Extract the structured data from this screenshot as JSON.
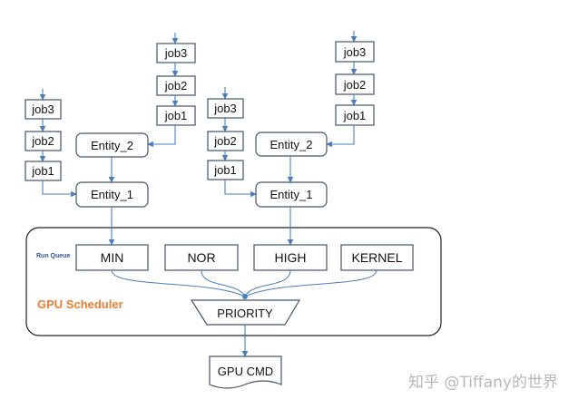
{
  "nodes": {
    "left_col1": {
      "job3": "job3",
      "job2": "job2",
      "job1": "job1"
    },
    "left_col2": {
      "job3": "job3",
      "job2": "job2",
      "job1": "job1"
    },
    "right_col1": {
      "job3": "job3",
      "job2": "job2",
      "job1": "job1"
    },
    "right_col2": {
      "job3": "job3",
      "job2": "job2",
      "job1": "job1"
    },
    "left_entity2": "Entity_2",
    "left_entity1": "Entity_1",
    "right_entity2": "Entity_2",
    "right_entity1": "Entity_1"
  },
  "scheduler": {
    "title": "GPU Scheduler",
    "run_queue_label": "Run Queue",
    "queues": [
      "MIN",
      "NOR",
      "HIGH",
      "KERNEL"
    ],
    "priority": "PRIORITY"
  },
  "output": "GPU CMD",
  "watermark": "知乎 @Tiffany的世界",
  "colors": {
    "arrow": "#4a7ebb",
    "box_border": "#44546a",
    "scheduler_title": "#ed7d31",
    "run_queue_label": "#2f5597"
  }
}
